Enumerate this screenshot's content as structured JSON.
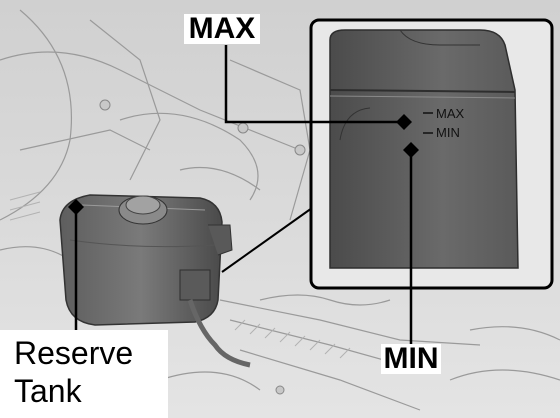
{
  "callouts": {
    "max": "MAX",
    "min": "MIN",
    "reserve_tank_line1": "Reserve",
    "reserve_tank_line2": "Tank"
  },
  "tank_markings": {
    "max": "MAX",
    "min": "MIN"
  },
  "colors": {
    "engine_bay": "#d9d9d9",
    "tank": "#6f6f6f",
    "tank_dark": "#3f3f3f",
    "inset_bg": "#e6e6e6"
  }
}
